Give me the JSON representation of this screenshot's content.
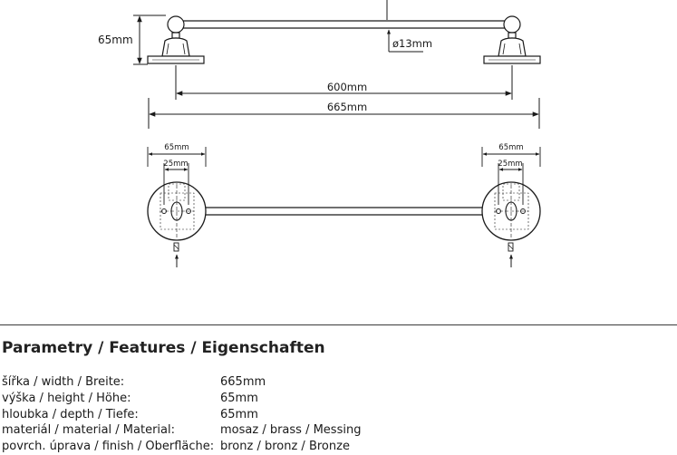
{
  "drawing": {
    "side_view": {
      "height_label": "65mm",
      "diameter_label": "ø13mm",
      "inner_width_label": "600mm",
      "overall_width_label": "665mm"
    },
    "top_view": {
      "left_flange_label": "65mm",
      "left_hole_spacing_label": "25mm",
      "right_flange_label": "65mm",
      "right_hole_spacing_label": "25mm"
    }
  },
  "features": {
    "title": "Parametry / Features / Eigenschaften",
    "rows": [
      {
        "label": "šířka / width / Breite:",
        "value": "665mm"
      },
      {
        "label": "výška / height / Höhe:",
        "value": "65mm"
      },
      {
        "label": "hloubka / depth / Tiefe:",
        "value": "65mm"
      },
      {
        "label": "materiál / material / Material:",
        "value": "mosaz / brass / Messing"
      },
      {
        "label": "povrch. úprava / finish / Oberfläche:",
        "value": "bronz / bronz / Bronze"
      }
    ]
  },
  "colors": {
    "line": "#1a1a1a",
    "text": "#1a1a1a"
  }
}
